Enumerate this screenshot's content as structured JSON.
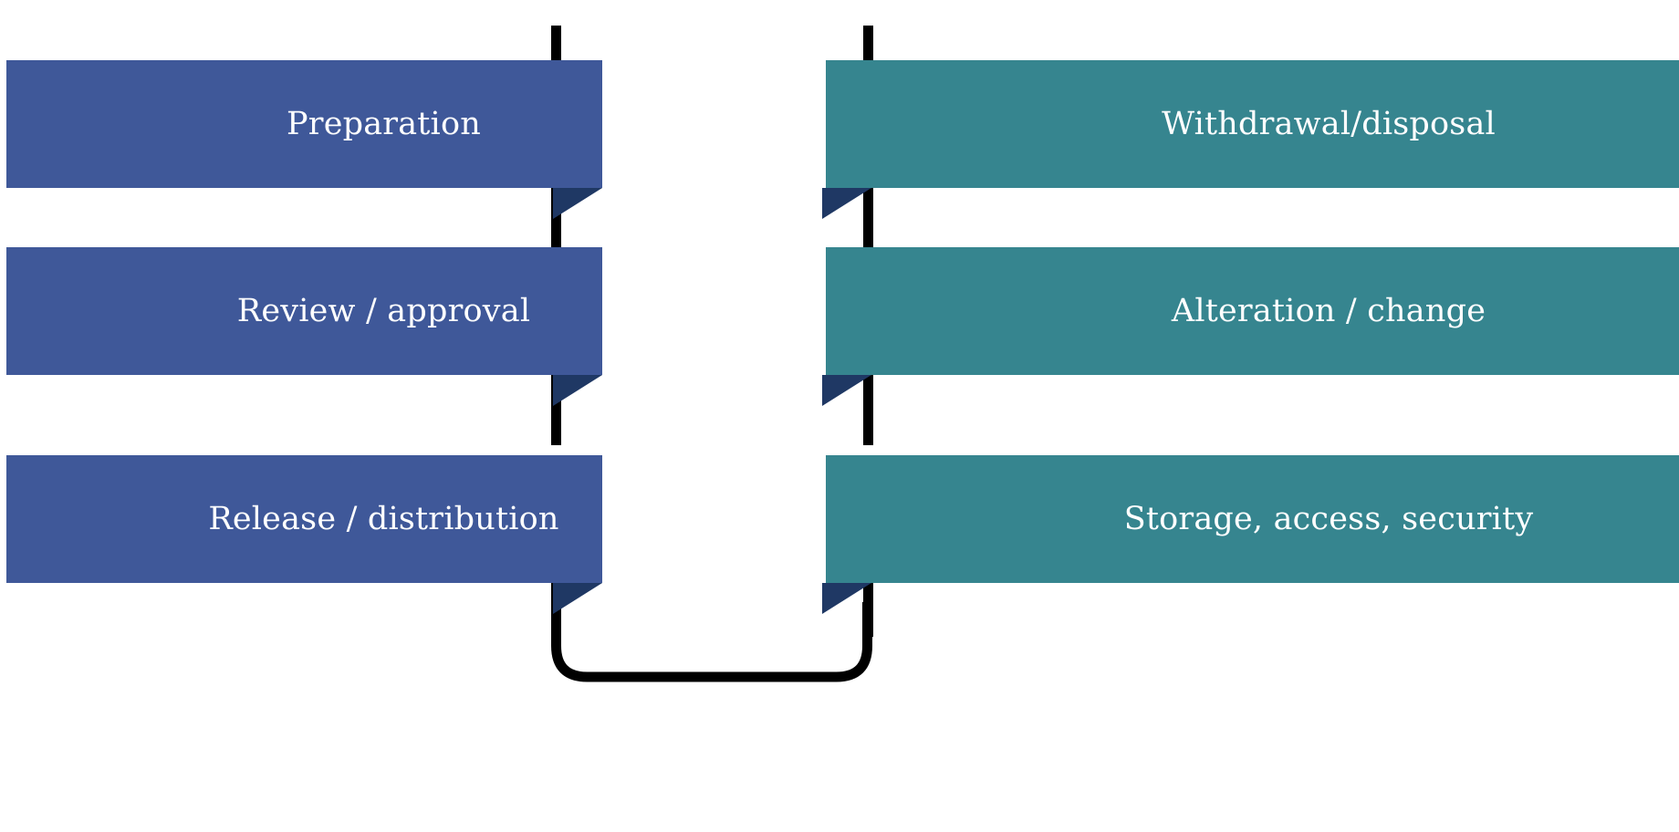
{
  "diagram": {
    "type": "flowchart",
    "orientation": "two-column-cycle",
    "columns": [
      {
        "name": "left-column",
        "accent": "#3F5899",
        "fold_color": "#1F3864",
        "stages": [
          {
            "label": "Preparation"
          },
          {
            "label": "Review / approval"
          },
          {
            "label": "Release / distribution"
          }
        ]
      },
      {
        "name": "right-column",
        "accent": "#36858F",
        "fold_color": "#1F3864",
        "stages": [
          {
            "label": "Withdrawal/disposal"
          },
          {
            "label": "Alteration / change"
          },
          {
            "label": "Storage, access, security"
          }
        ]
      }
    ],
    "connectors": {
      "color": "#000000",
      "stroke_width": 10,
      "left_rail_label": "left-vertical-rail",
      "right_rail_label": "right-vertical-rail",
      "bottom_label": "bottom-u-bend-connector"
    }
  }
}
